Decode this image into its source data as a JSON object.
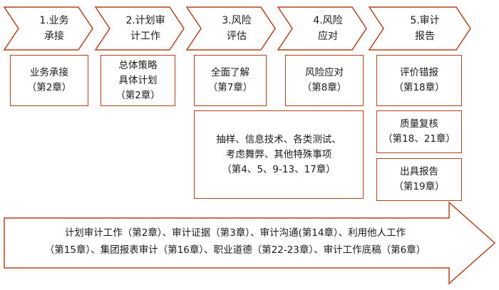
{
  "colors": {
    "outline": "#b3431a",
    "fill": "#ffffff",
    "text": "#1a1a1a"
  },
  "stages": [
    {
      "line1": "1.业务",
      "line2": "承接"
    },
    {
      "line1": "2.计划审",
      "line2": "计工作"
    },
    {
      "line1": "3.风险",
      "line2": "评估"
    },
    {
      "line1": "4.风险",
      "line2": "应对"
    },
    {
      "line1": "5.审计",
      "line2": "报告"
    }
  ],
  "boxes": {
    "acceptance": {
      "line1": "业务承接",
      "line2": "（第2章）"
    },
    "planning": {
      "line1": "总体策略",
      "line2": "具体计划",
      "line3": "（第2章）"
    },
    "risk_assessment": {
      "line1": "全面了解",
      "line2": "（第7章）"
    },
    "risk_response": {
      "line1": "风险应对",
      "line2": "（第8章）"
    },
    "evaluate_misstatement": {
      "line1": "评价错报",
      "line2": "（第18章）"
    },
    "quality_review": {
      "line1": "质量复核",
      "line2": "（第18、21章）"
    },
    "issue_report": {
      "line1": "出具报告",
      "line2": "（第19章）"
    },
    "special_topics": {
      "line1": "抽样、信息技术、各类测试、",
      "line2": "考虑舞弊、其他特殊事项",
      "line3": "（第4、5、9-13、17章）"
    }
  },
  "bottom_arrow": {
    "line1": "计划审计工作（第2章）、审计证据（第3章）、审计沟通(第14章）、利用他人工作",
    "line2": "（第15章）、集团报表审计（第16章）、职业道德（第22-23章）、审计工作底稿（第6章）"
  }
}
